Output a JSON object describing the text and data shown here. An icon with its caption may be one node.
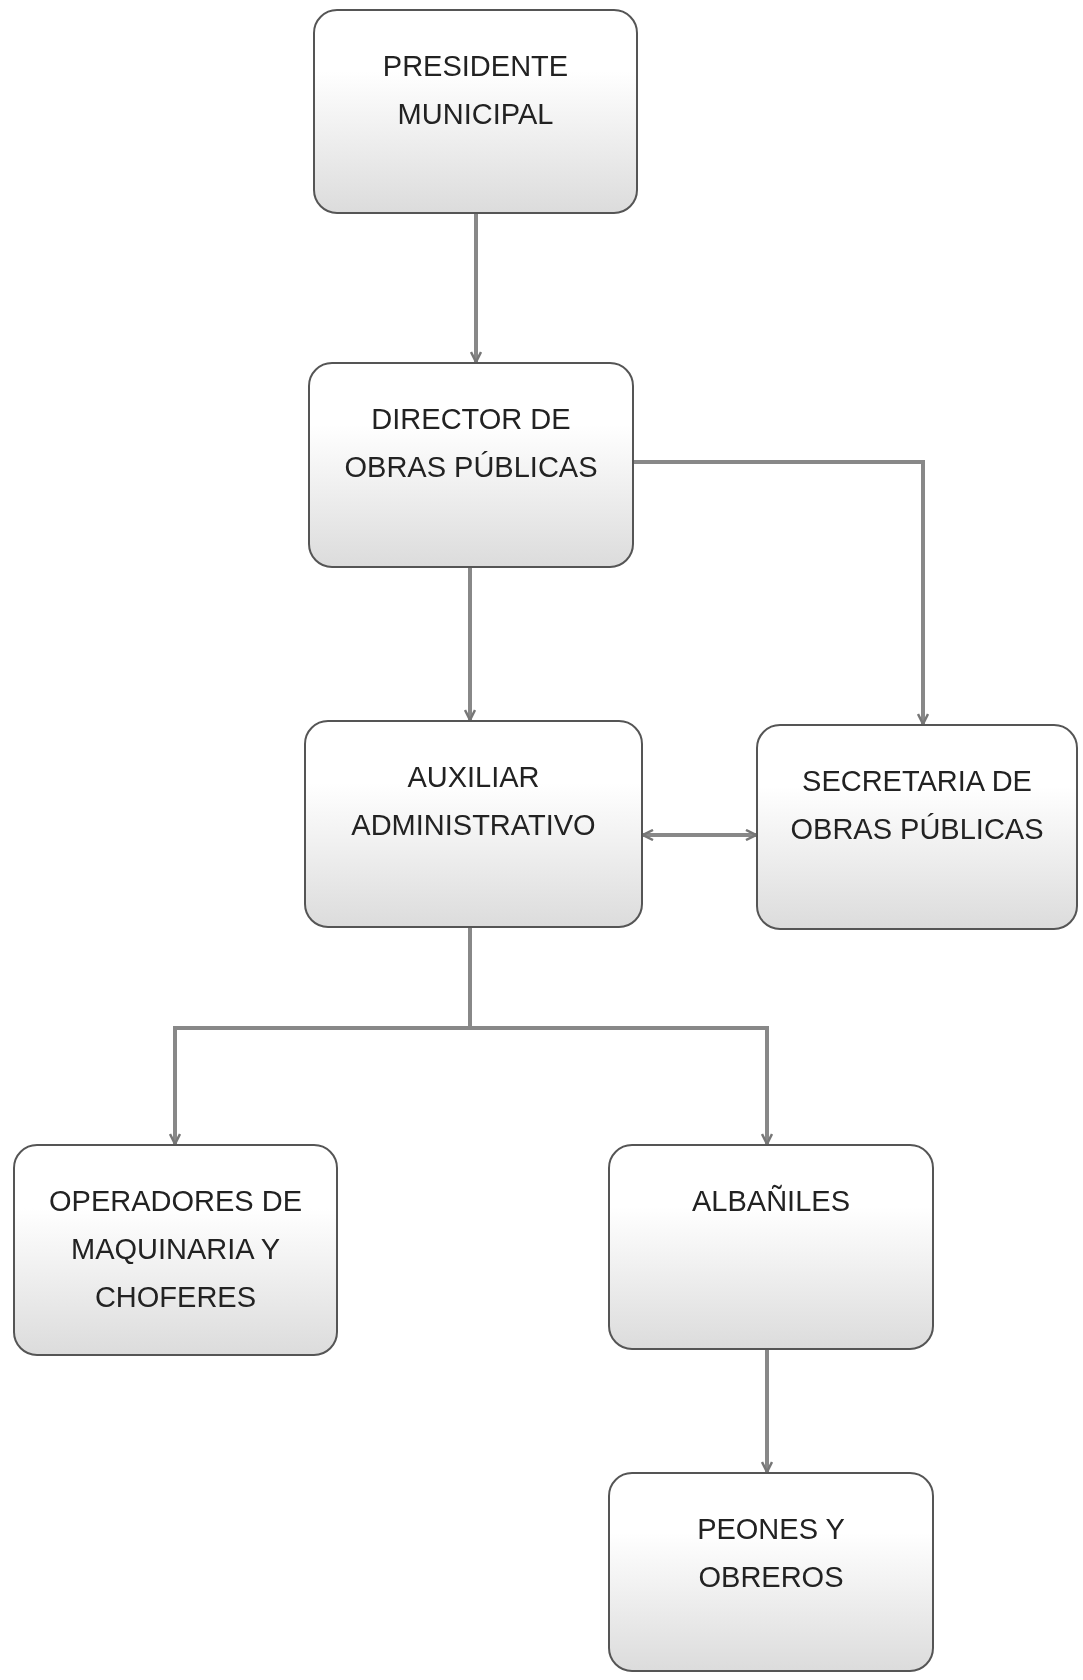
{
  "diagram": {
    "nodes": [
      {
        "text": [
          "PRESIDENTE MUNICIPAL"
        ]
      },
      {
        "text": [
          "DIRECTOR DE OBRAS PÚBLICAS"
        ]
      },
      {
        "text": [
          "AUXILIAR ADMINISTRATIVO"
        ]
      },
      {
        "text": [
          "SECRETARIA DE OBRAS PÚBLICAS"
        ]
      },
      {
        "text": [
          "OPERADORES DE MAQUINARIA Y CHOFERES"
        ]
      },
      {
        "text": [
          "ALBAÑILES"
        ]
      },
      {
        "text": [
          "PEONES Y OBREROS"
        ]
      }
    ],
    "edges": [
      {
        "from": 0,
        "to": 1,
        "arrow": "to"
      },
      {
        "from": 1,
        "to": 3,
        "arrow": "to"
      },
      {
        "from": 1,
        "to": 2,
        "arrow": "to"
      },
      {
        "from": 2,
        "to": 3,
        "arrow": "both"
      },
      {
        "from": 2,
        "to": 4,
        "arrow": "to"
      },
      {
        "from": 2,
        "to": 5,
        "arrow": "to"
      },
      {
        "from": 5,
        "to": 6,
        "arrow": "to"
      }
    ]
  }
}
